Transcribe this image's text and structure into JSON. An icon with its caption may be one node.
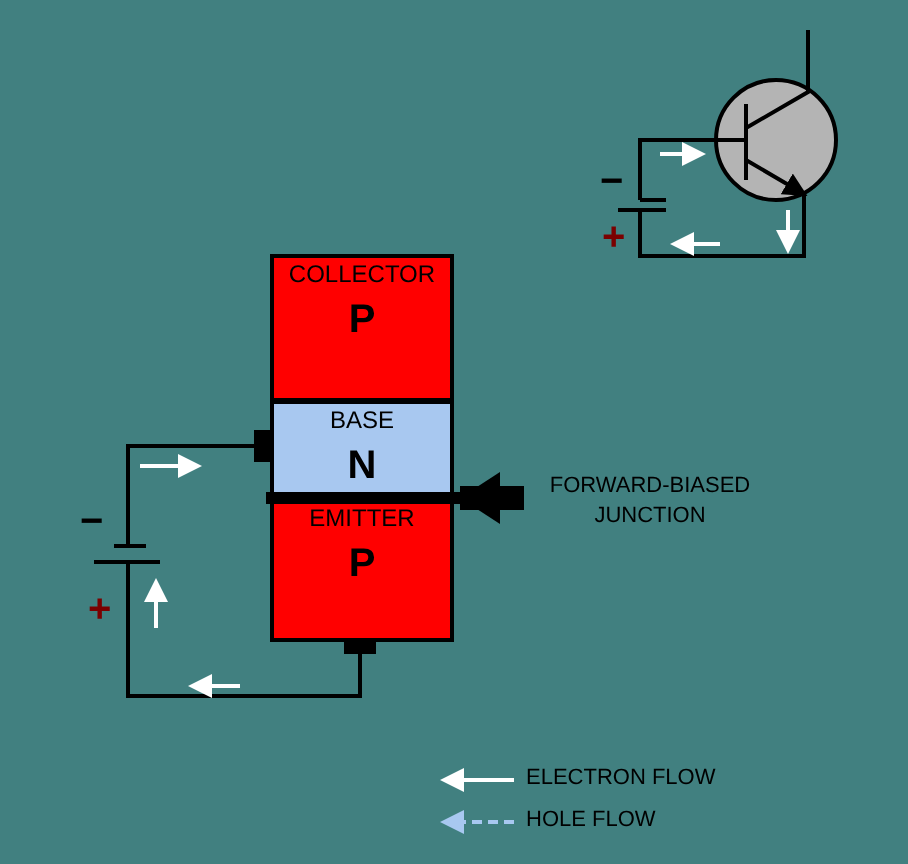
{
  "diagram": {
    "nodes": [
      {
        "text": [
          "COLLECTOR",
          "P"
        ]
      },
      {
        "text": [
          "BASE",
          "N"
        ]
      },
      {
        "text": [
          "EMITTER",
          "P"
        ]
      },
      {
        "text": [
          "FORWARD-BIASED JUNCTION"
        ]
      },
      {
        "text": [],
        "shape": "bar"
      }
    ],
    "edges": [
      {
        "from": 3,
        "to": 4,
        "arrow": "to"
      }
    ],
    "labels": [
      "−",
      "+",
      "−",
      "+"
    ],
    "legend": [
      {
        "text": "ELECTRON FLOW"
      },
      {
        "text": "HOLE FLOW"
      }
    ]
  }
}
